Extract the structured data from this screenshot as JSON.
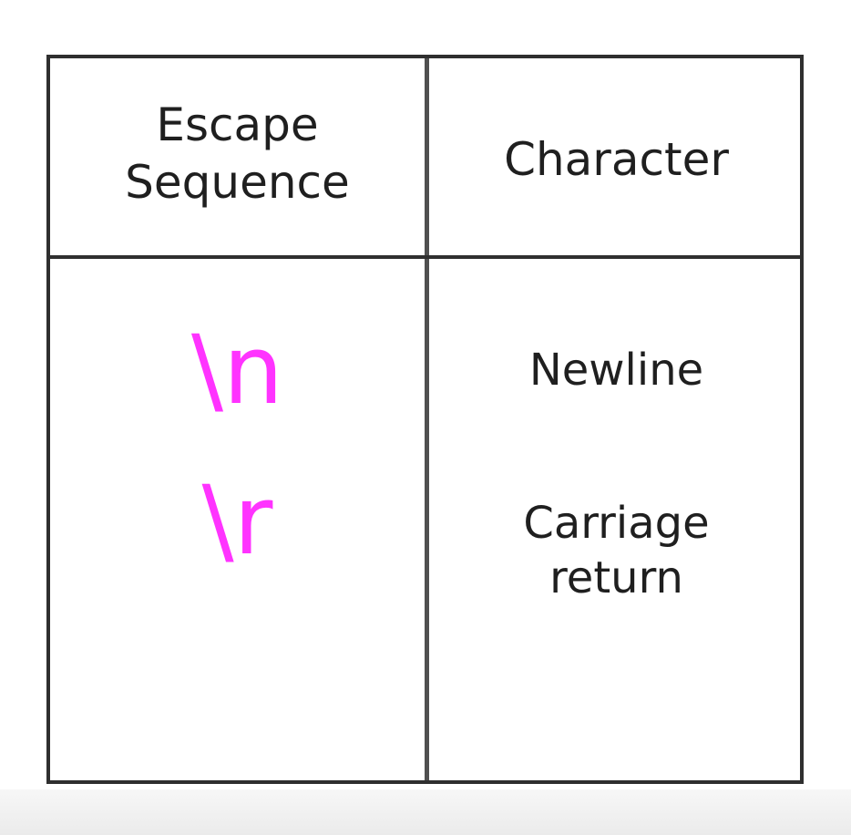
{
  "table": {
    "headers": [
      "Escape\nSequence",
      "Character"
    ],
    "rows": [
      {
        "escape": "\\n",
        "character": "Newline"
      },
      {
        "escape": "\\r",
        "character": "Carriage\nreturn"
      }
    ]
  },
  "colors": {
    "escape_text": "#ff33ff",
    "border": "#2f2f2f",
    "text": "#1f1f1f"
  }
}
